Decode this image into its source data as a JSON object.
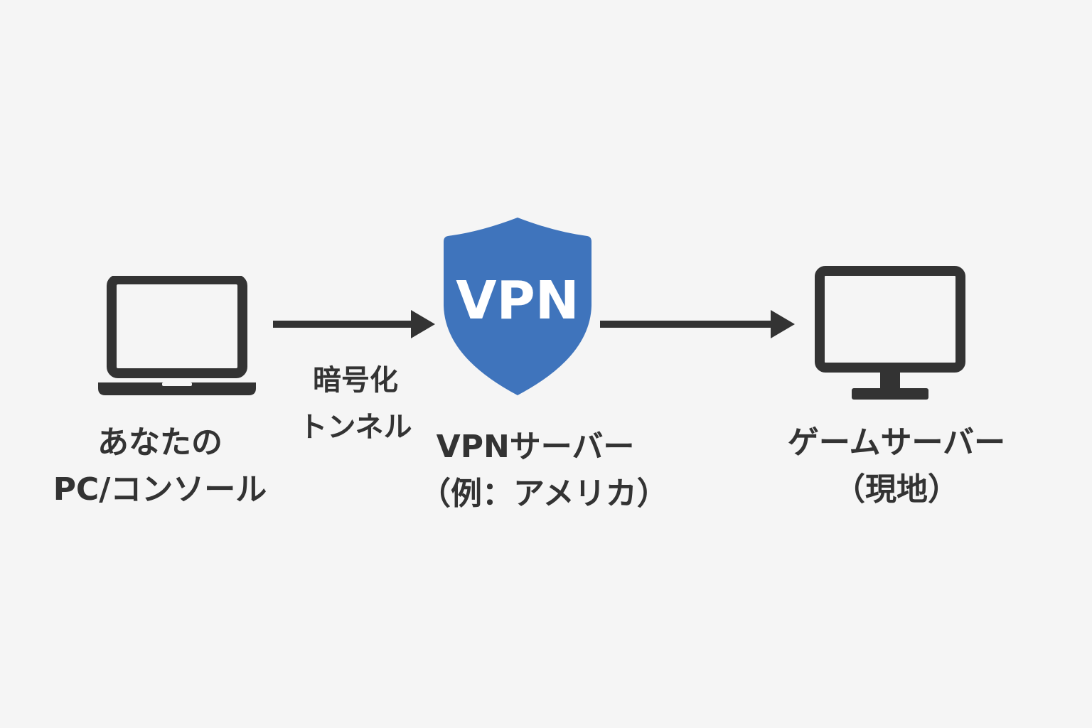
{
  "nodes": {
    "client": {
      "icon": "laptop-icon",
      "label_line1": "あなたの",
      "label_line2": "PC/コンソール"
    },
    "vpn": {
      "icon": "shield-icon",
      "badge_text": "VPN",
      "label_line1": "VPNサーバー",
      "label_line2": "（例：アメリカ）"
    },
    "game": {
      "icon": "monitor-icon",
      "label_line1": "ゲームサーバー",
      "label_line2": "（現地）"
    }
  },
  "edges": {
    "tunnel": {
      "label_line1": "暗号化",
      "label_line2": "トンネル"
    }
  },
  "colors": {
    "background": "#f5f5f5",
    "icon": "#333333",
    "shield": "#3f74bc",
    "shield_text": "#ffffff",
    "text": "#333333"
  }
}
